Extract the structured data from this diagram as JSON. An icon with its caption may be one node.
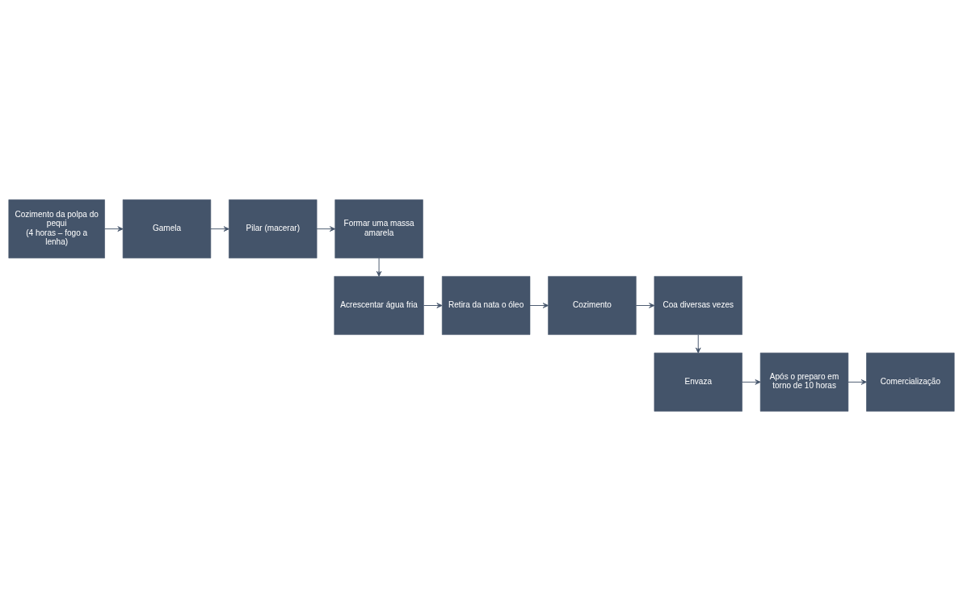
{
  "diagram": {
    "nodes": [
      {
        "text": [
          "Cozimento da polpa do pequi",
          "(4 horas – fogo a lenha)"
        ]
      },
      {
        "text": [
          "Gamela"
        ]
      },
      {
        "text": [
          "Pilar (macerar)"
        ]
      },
      {
        "text": [
          "Formar uma massa amarela"
        ]
      },
      {
        "text": [
          "Acrescentar água fria"
        ]
      },
      {
        "text": [
          "Retira da nata o óleo"
        ]
      },
      {
        "text": [
          "Cozimento"
        ]
      },
      {
        "text": [
          "Coa diversas vezes"
        ]
      },
      {
        "text": [
          "Envaza"
        ]
      },
      {
        "text": [
          "Após o preparo em torno de 10 horas"
        ]
      },
      {
        "text": [
          "Comercialização"
        ]
      }
    ],
    "edges": [
      {
        "from": 0,
        "to": 1,
        "arrow": "to"
      },
      {
        "from": 1,
        "to": 2,
        "arrow": "to"
      },
      {
        "from": 2,
        "to": 3,
        "arrow": "to"
      },
      {
        "from": 3,
        "to": 4,
        "arrow": "to"
      },
      {
        "from": 4,
        "to": 5,
        "arrow": "to"
      },
      {
        "from": 5,
        "to": 6,
        "arrow": "to"
      },
      {
        "from": 6,
        "to": 7,
        "arrow": "to"
      },
      {
        "from": 7,
        "to": 8,
        "arrow": "to"
      },
      {
        "from": 8,
        "to": 9,
        "arrow": "to"
      },
      {
        "from": 9,
        "to": 10,
        "arrow": "to"
      }
    ]
  }
}
